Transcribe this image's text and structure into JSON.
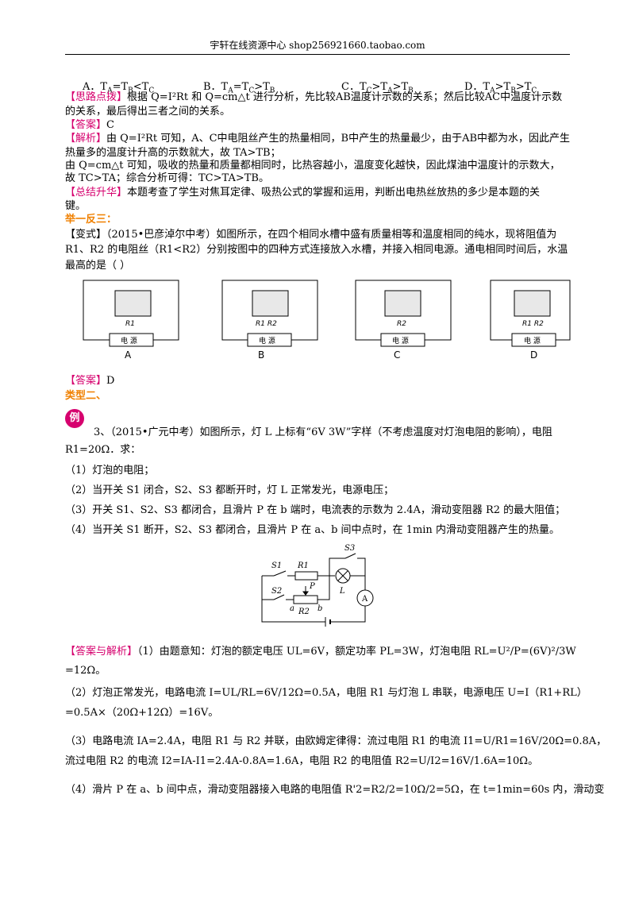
{
  "header": {
    "title": "宇轩在线资源中心   shop256921660.taobao.com"
  },
  "options": [
    {
      "label": "A．T",
      "sub": "A",
      "rest": "=T",
      "sub2": "B",
      "rest2": "<T",
      "sub3": "C"
    },
    {
      "label": "B．T",
      "sub": "A",
      "rest": "=T",
      "sub2": "C",
      "rest2": ">T",
      "sub3": "B"
    },
    {
      "label": "C．T",
      "sub": "C",
      "rest": ">T",
      "sub2": "A",
      "rest2": ">T",
      "sub3": "B"
    },
    {
      "label": "D．T",
      "sub": "A",
      "rest": ">T",
      "sub2": "B",
      "rest2": ">T",
      "sub3": "C"
    }
  ],
  "tips": {
    "label": "【思路点拨】",
    "line1": "根据 Q=I²Rt 和 Q=cm△t 进行分析，先比较AB温度计示数的关系；然后比较AC中温度计示数",
    "line2": "的关系，最后得出三者之间的关系。"
  },
  "answer1": {
    "label": "【答案】",
    "value": "C"
  },
  "analysis": {
    "label": "【解析】",
    "line1": "由 Q=I²Rt 可知，A、C中电阻丝产生的热量相同，B中产生的热量最少，由于AB中都为水，因此产生",
    "line2": "热量多的温度计升高的示数就大，故 TA>TB；",
    "line3": "由 Q=cm△t 可知，吸收的热量和质量都相同时，比热容越小，温度变化越快，因此煤油中温度计的示数大，",
    "line4": "故 TC>TA；综合分析可得：TC>TA>TB。"
  },
  "summary": {
    "label": "【总结升华】",
    "line1": "本题考查了学生对焦耳定律、吸热公式的掌握和运用，判断出电热丝放热的多少是本题的关",
    "line2": "键。"
  },
  "section1": "举一反三：",
  "variant": {
    "label": "【变式】",
    "line1": "（2015•巴彦淖尔中考）如图所示，在四个相同水槽中盛有质量相等和温度相同的纯水，现将阻值为",
    "line2": "R1、R2 的电阻丝（R1<R2）分别按图中的四种方式连接放入水槽，并接入相同电源。通电相同时间后，水温",
    "line3": "最高的是（      ）"
  },
  "figures": [
    {
      "caption": "A",
      "power": "电 源",
      "r": "R1"
    },
    {
      "caption": "B",
      "power": "电 源",
      "r": "R1 R2"
    },
    {
      "caption": "C",
      "power": "电 源",
      "r": "R2"
    },
    {
      "caption": "D",
      "power": "电 源",
      "r": "R1 R2"
    }
  ],
  "answer2": {
    "label": "【答案】",
    "value": "D"
  },
  "section2": "类型二、",
  "example_tag": "例",
  "problem": {
    "line1": "3、（2015•广元中考）如图所示，灯 L 上标有“6V   3W”字样（不考虑温度对灯泡电阻的影响），电阻",
    "line2": "R1=20Ω．求：",
    "q1": "（1）灯泡的电阻；",
    "q2": "（2）当开关 S1 闭合，S2、S3 都断开时，灯 L 正常发光，电源电压；",
    "q3": "（3）开关 S1、S2、S3 都闭合，且滑片 P 在 b 端时，电流表的示数为 2.4A，滑动变阻器 R2 的最大阻值；",
    "q4": "（4）当开关 S1 断开，S2、S3 都闭合，且滑片 P 在 a、b 间中点时，在 1min 内滑动变阻器产生的热量。"
  },
  "circuit_labels": {
    "s1": "S1",
    "s2": "S2",
    "s3": "S3",
    "r1": "R1",
    "r2": "R2",
    "p": "P",
    "l": "L",
    "a": "a",
    "b": "b",
    "am": "A"
  },
  "solution": {
    "label": "【答案与解析】",
    "l1": "（1）由题意知：灯泡的额定电压 UL=6V，额定功率 PL=3W，灯泡电阻 RL=U²/P=(6V)²/3W",
    "l2": "=12Ω。",
    "l3": "（2）灯泡正常发光，电路电流 I=UL/RL=6V/12Ω=0.5A，电阻 R1 与灯泡 L 串联，电源电压 U=I（R1+RL）",
    "l4": "=0.5A×（20Ω+12Ω）=16V。",
    "l5": "（3）电路电流 IA=2.4A，电阻 R1 与 R2 并联，由欧姆定律得：流过电阻 R1 的电流 I1=U/R1=16V/20Ω=0.8A，",
    "l6": "流过电阻 R2 的电流 I2=IA-I1=2.4A-0.8A=1.6A，电阻 R2 的电阻值 R2=U/I2=16V/1.6A=10Ω。",
    "l7": "（4）滑片 P 在 a、b 间中点，滑动变阻器接入电路的电阻值 R'2=R2/2=10Ω/2=5Ω，在 t=1min=60s 内，滑动变"
  }
}
